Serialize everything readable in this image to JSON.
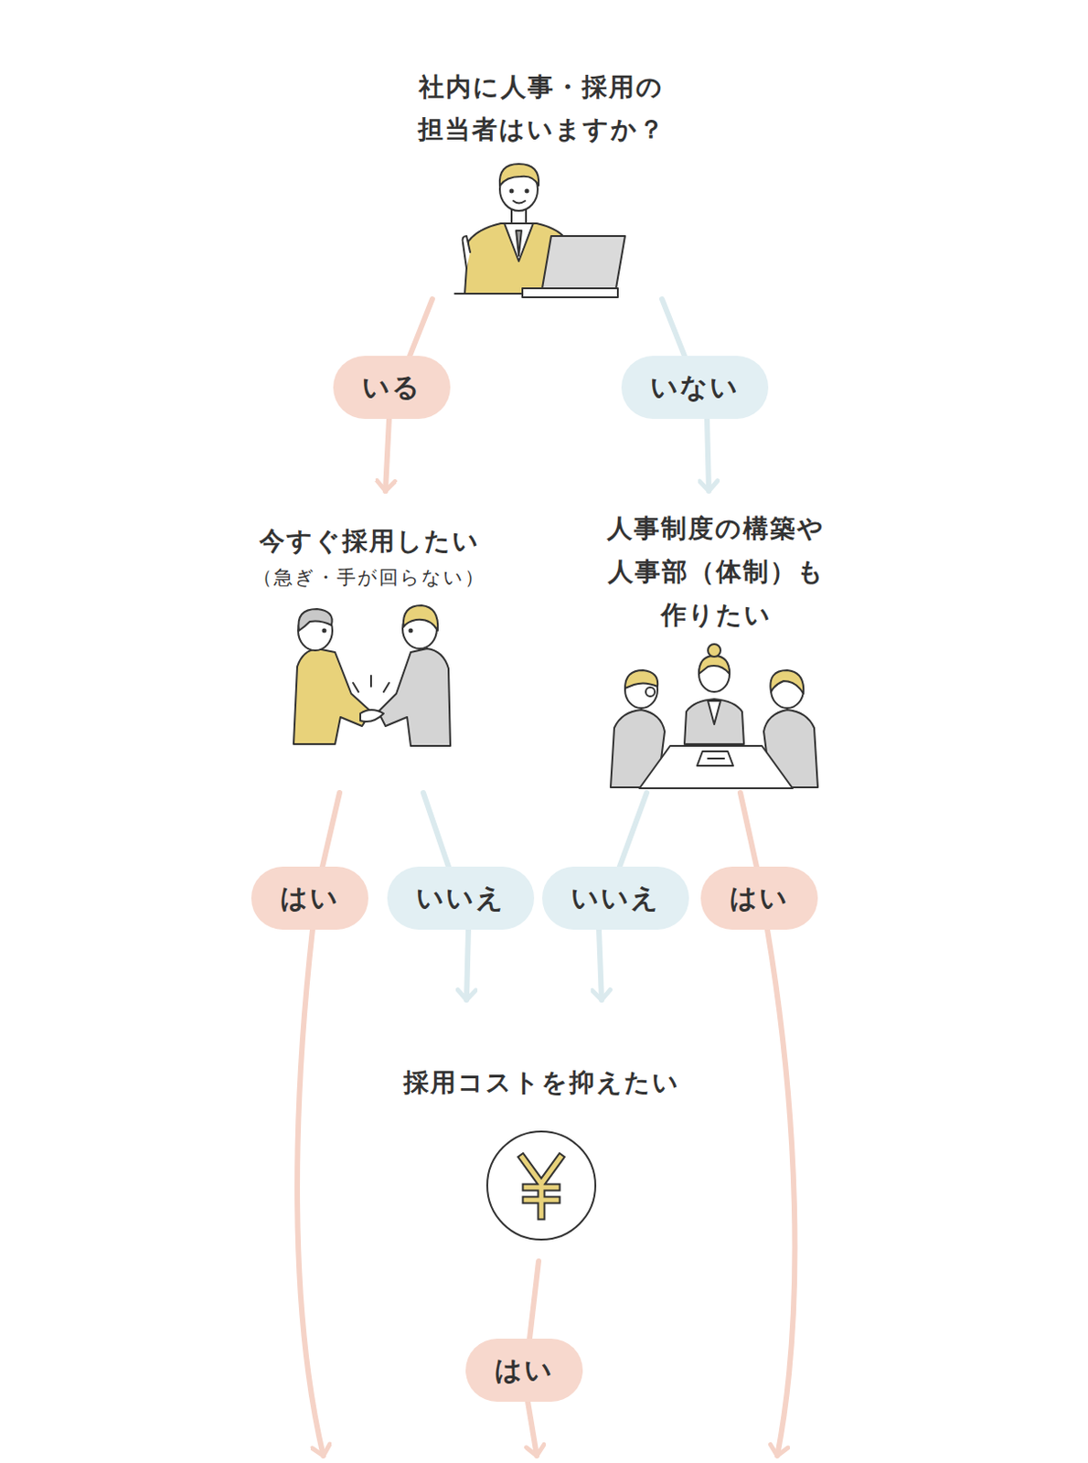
{
  "diagram": {
    "nodes": [
      {
        "text": [
          "社内に人事・採用の 担当者はいますか？"
        ]
      },
      {
        "text": [
          "いる"
        ]
      },
      {
        "text": [
          "いない"
        ]
      },
      {
        "text": [
          "今すぐ採用したい",
          "（急ぎ・手が回らない）"
        ]
      },
      {
        "text": [
          "人事制度の構築や 人事部（体制）も 作りたい"
        ]
      },
      {
        "text": [
          "はい"
        ]
      },
      {
        "text": [
          "いいえ"
        ]
      },
      {
        "text": [
          "いいえ"
        ]
      },
      {
        "text": [
          "はい"
        ]
      },
      {
        "text": [
          "採用コストを抑えたい"
        ]
      },
      {
        "text": [
          "はい"
        ]
      }
    ],
    "edges": [
      {
        "from": 0,
        "to": 1,
        "arrow": "none"
      },
      {
        "from": 1,
        "to": 3,
        "arrow": "to"
      },
      {
        "from": 0,
        "to": 2,
        "arrow": "none"
      },
      {
        "from": 2,
        "to": 4,
        "arrow": "to"
      },
      {
        "from": 3,
        "to": 5,
        "arrow": "none"
      },
      {
        "from": 3,
        "to": 6,
        "arrow": "none"
      },
      {
        "from": 6,
        "to": 9,
        "arrow": "to"
      },
      {
        "from": 4,
        "to": 7,
        "arrow": "none"
      },
      {
        "from": 7,
        "to": 9,
        "arrow": "to"
      },
      {
        "from": 4,
        "to": 8,
        "arrow": "none"
      },
      {
        "from": 9,
        "to": 10,
        "arrow": "none"
      }
    ]
  }
}
